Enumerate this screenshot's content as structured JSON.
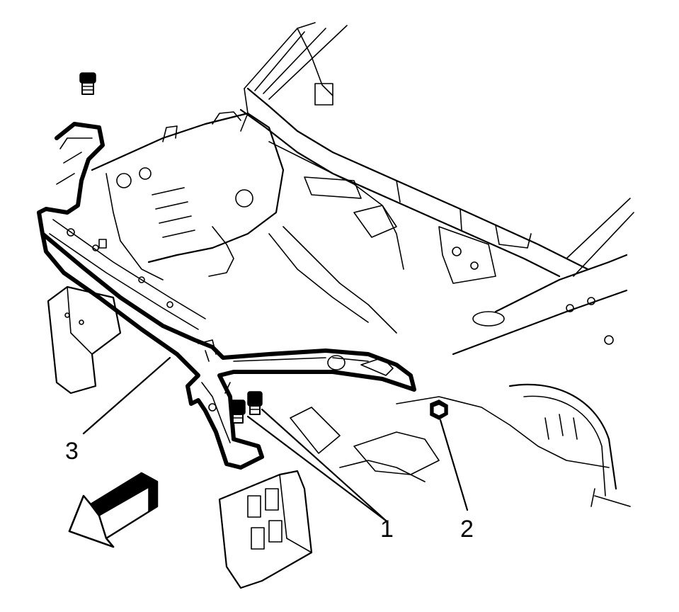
{
  "callouts": {
    "bolts": "1",
    "nut": "2",
    "radiator_support_panel": "3"
  }
}
